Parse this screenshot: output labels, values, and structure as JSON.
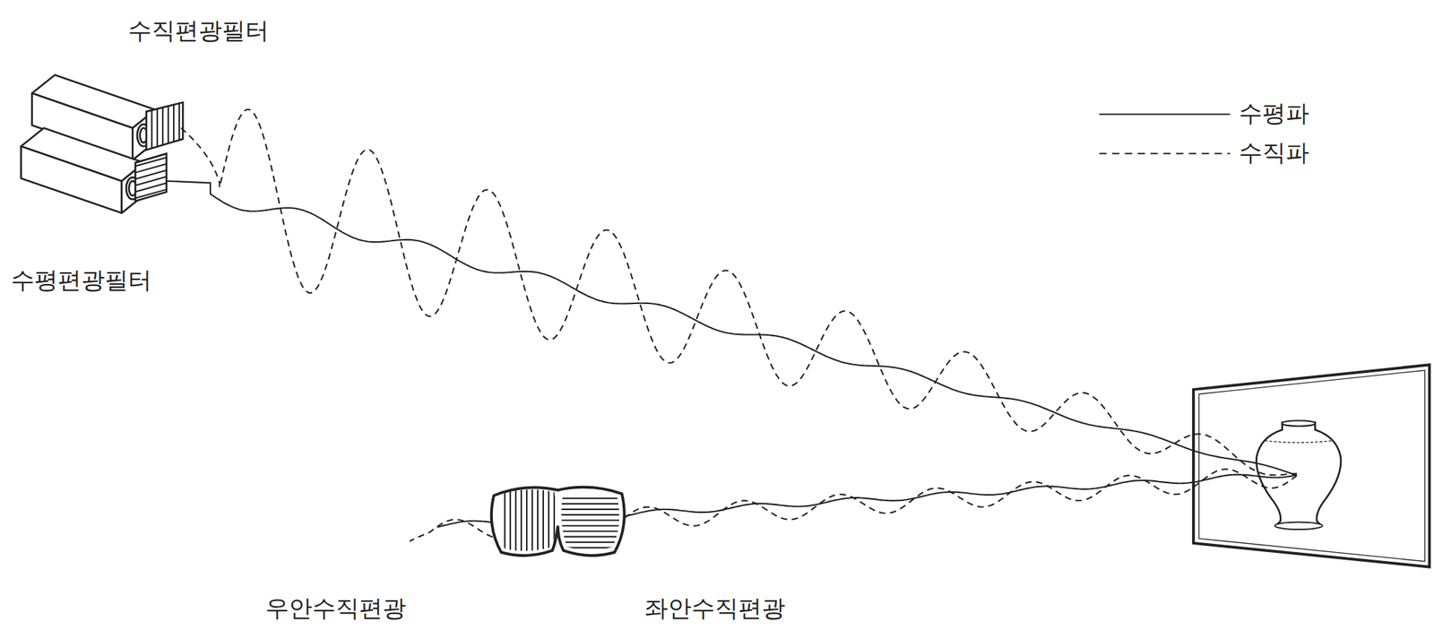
{
  "diagram": {
    "labels": [
      "수직편광필터",
      "수평편광필터",
      "우안수직편광",
      "좌안수직편광"
    ],
    "legend": [
      {
        "text": "수평파"
      },
      {
        "text": "수직파"
      }
    ]
  }
}
